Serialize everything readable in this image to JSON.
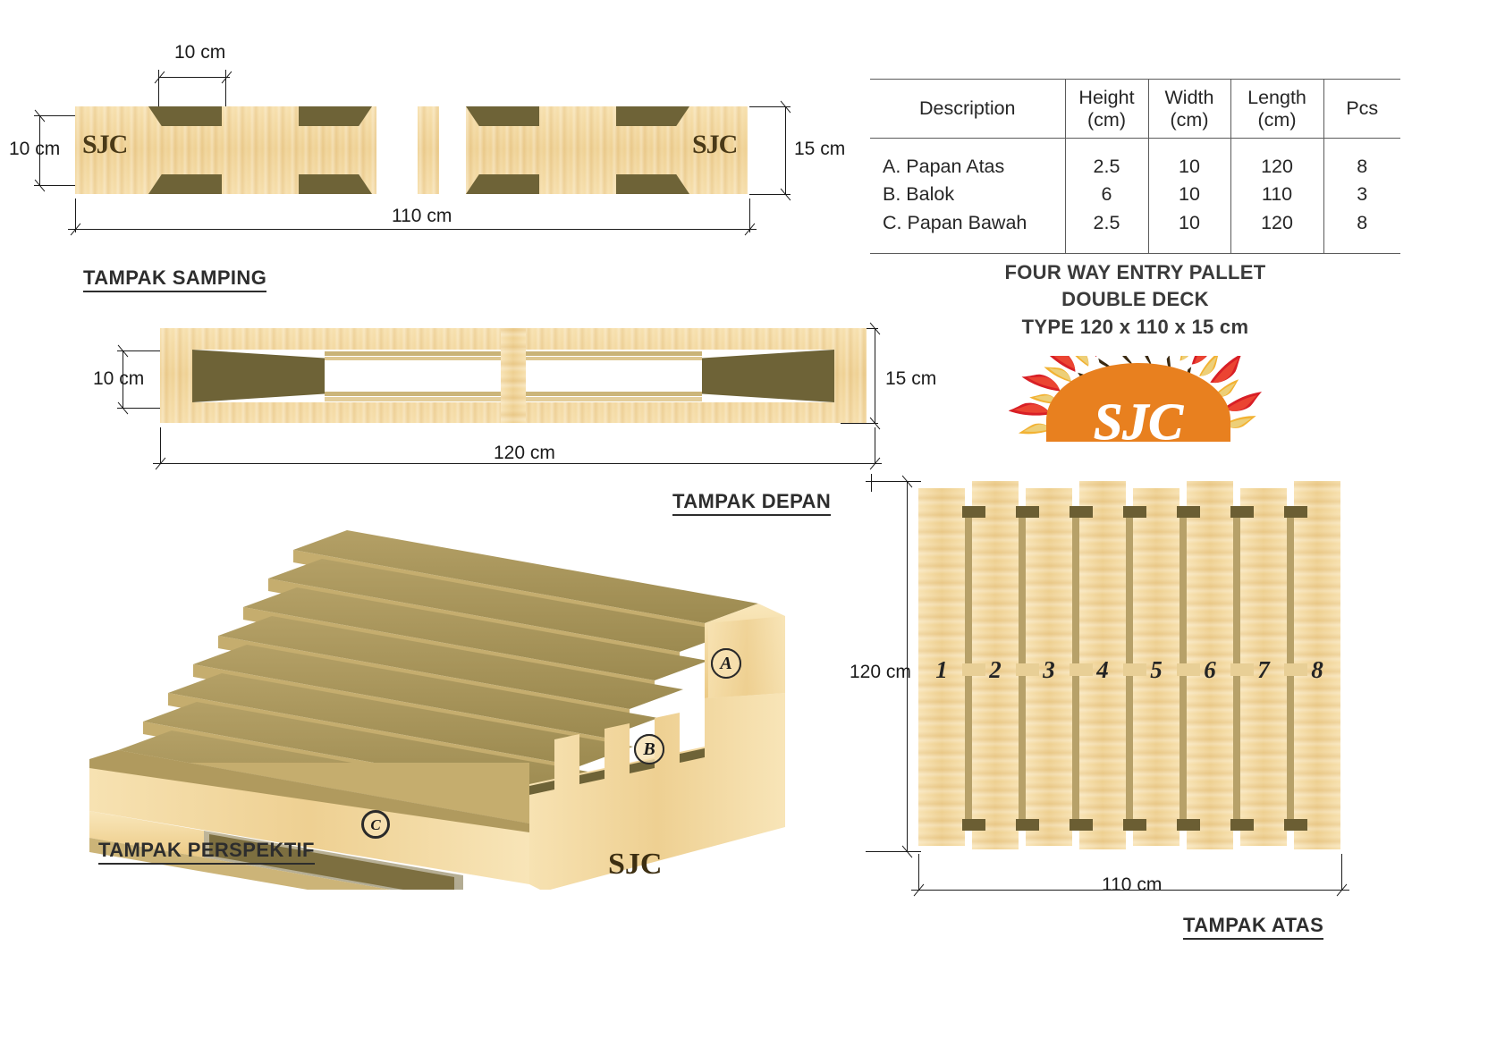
{
  "spec_table": {
    "headers": [
      "Description",
      "Height\n(cm)",
      "Width\n(cm)",
      "Length\n(cm)",
      "Pcs"
    ],
    "header_description": "Description",
    "header_height_l1": "Height",
    "header_height_l2": "(cm)",
    "header_width_l1": "Width",
    "header_width_l2": "(cm)",
    "header_length_l1": "Length",
    "header_length_l2": "(cm)",
    "header_pcs": "Pcs",
    "rows": [
      {
        "description": "A. Papan Atas",
        "height": "2.5",
        "width": "10",
        "length": "120",
        "pcs": "8"
      },
      {
        "description": "B. Balok",
        "height": "6",
        "width": "10",
        "length": "110",
        "pcs": "3"
      },
      {
        "description": "C. Papan Bawah",
        "height": "2.5",
        "width": "10",
        "length": "120",
        "pcs": "8"
      }
    ]
  },
  "product_title": {
    "line1": "FOUR WAY ENTRY PALLET",
    "line2": "DOUBLE DECK",
    "line3": "TYPE 120 x 110 x  15 cm"
  },
  "logo": {
    "text": "SJC",
    "body_color": "#e8801f",
    "ray_colors": [
      "#d81f26",
      "#e8801f",
      "#f2b233",
      "#e8d48a"
    ],
    "semantic": "sjc-sun-chili-logo"
  },
  "views": {
    "side": {
      "label": "TAMPAK SAMPING",
      "dim_board_width": "10 cm",
      "dim_height_left": "10 cm",
      "dim_height_right": "15 cm",
      "dim_length": "110 cm",
      "brand_left": "SJC",
      "brand_right": "SJC"
    },
    "front": {
      "label": "TAMPAK DEPAN",
      "dim_height_left": "10 cm",
      "dim_height_right": "15 cm",
      "dim_length": "120 cm"
    },
    "perspective": {
      "label": "TAMPAK PERSPEKTIF",
      "callouts": [
        "A",
        "B",
        "C"
      ],
      "brand": "SJC"
    },
    "top": {
      "label": "TAMPAK ATAS",
      "dim_vertical": "120 cm",
      "dim_horizontal": "110 cm",
      "slat_numbers": [
        "1",
        "2",
        "3",
        "4",
        "5",
        "6",
        "7",
        "8"
      ]
    }
  },
  "colors": {
    "wood_light": "#f3d79a",
    "wood_dark": "#6e6337",
    "line": "#1b1b1b",
    "text": "#262626",
    "brand_orange": "#e8801f",
    "brand_red": "#d81f26"
  }
}
